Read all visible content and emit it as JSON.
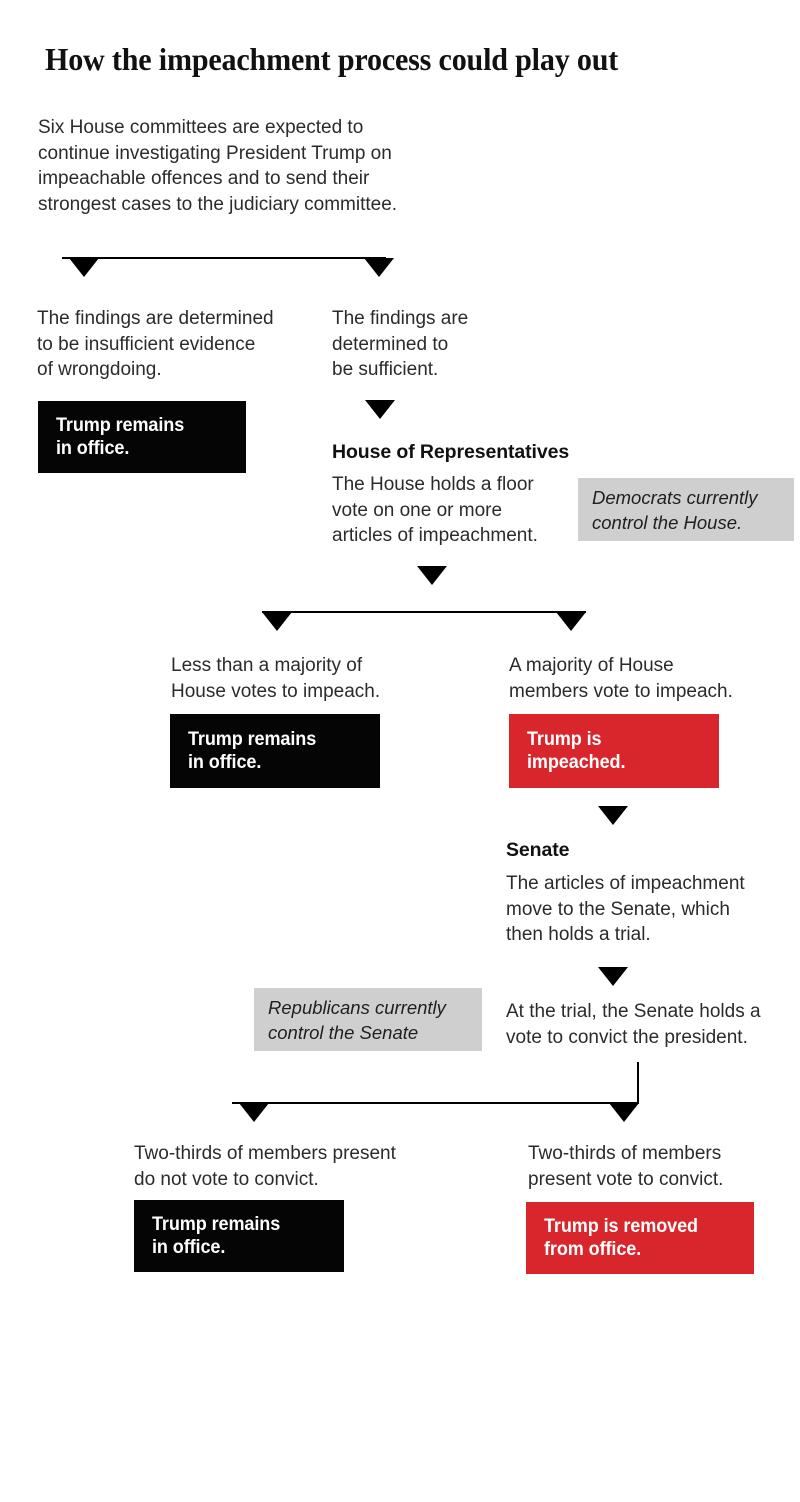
{
  "title": "How the impeachment process could play out",
  "intro": "Six House committees are expected to\ncontinue investigating President Trump on\nimpeachable offences and to send their\nstrongest cases to the judiciary committee.",
  "colors": {
    "outcome_negative": "#050505",
    "outcome_positive": "#d8262c",
    "annotation_background": "#cfcfcf",
    "connector": "#000000",
    "page_background": "#ffffff"
  },
  "branches": {
    "insufficient_label": "The findings are determined\nto be insufficient evidence\nof wrongdoing.",
    "sufficient_label": "The findings are\ndetermined to\nbe sufficient.",
    "less_than_majority_label": "Less than a majority of\nHouse votes to impeach.",
    "majority_label": "A majority of House\nmembers vote to impeach.",
    "no_convict_label": "Two-thirds of members present\ndo not vote to convict.",
    "convict_label": "Two-thirds of members\npresent vote to convict."
  },
  "sections": {
    "house": {
      "heading": "House of Representatives",
      "body": "The House holds a floor\nvote on one or more\narticles of impeachment.",
      "note": "Democrats currently\ncontrol the House."
    },
    "senate": {
      "heading": "Senate",
      "body": "The articles of impeachment\nmove to the Senate, which\nthen holds a trial.",
      "note": "Republicans currently\ncontrol the Senate",
      "trial_body": "At the trial, the Senate holds a\nvote to convict the president."
    }
  },
  "outcomes": {
    "remains_top": "Trump remains\nin office.",
    "remains_middle": "Trump remains\nin office.",
    "impeached": "Trump is\nimpeached.",
    "remains_bottom": "Trump remains\nin office.",
    "removed": "Trump is removed\nfrom office."
  }
}
